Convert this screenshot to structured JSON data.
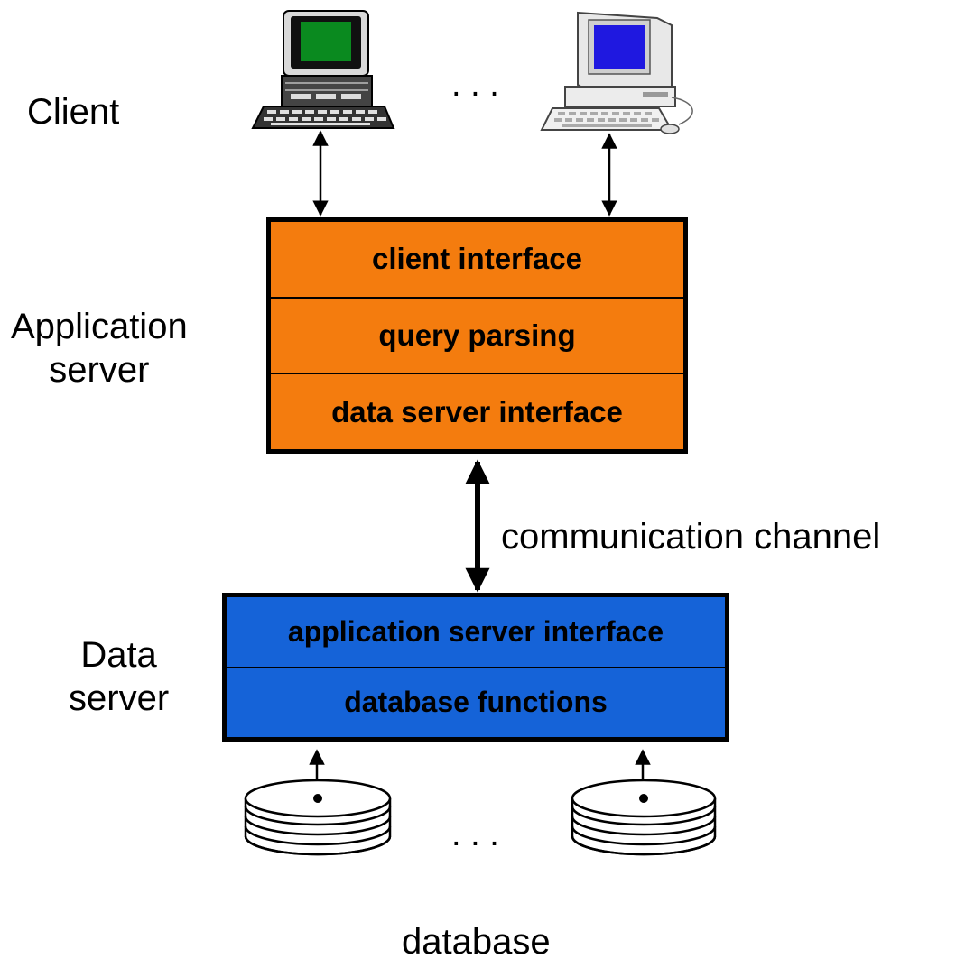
{
  "labels": {
    "client": "Client",
    "application_server": [
      "Application",
      "server"
    ],
    "data_server": [
      "Data",
      "server"
    ],
    "communication_channel": "communication channel",
    "database": "database",
    "ellipsis_top": ". . .",
    "ellipsis_bottom": ". . ."
  },
  "application_server": {
    "layers": [
      "client interface",
      "query parsing",
      "data server interface"
    ],
    "color": "#f47c0e"
  },
  "data_server": {
    "layers": [
      "application server interface",
      "database functions"
    ],
    "color": "#1563d8"
  },
  "icons": {
    "clients": [
      "desktop-computer-icon",
      "desktop-computer-icon"
    ],
    "databases": [
      "database-disk-stack-icon",
      "database-disk-stack-icon"
    ]
  }
}
